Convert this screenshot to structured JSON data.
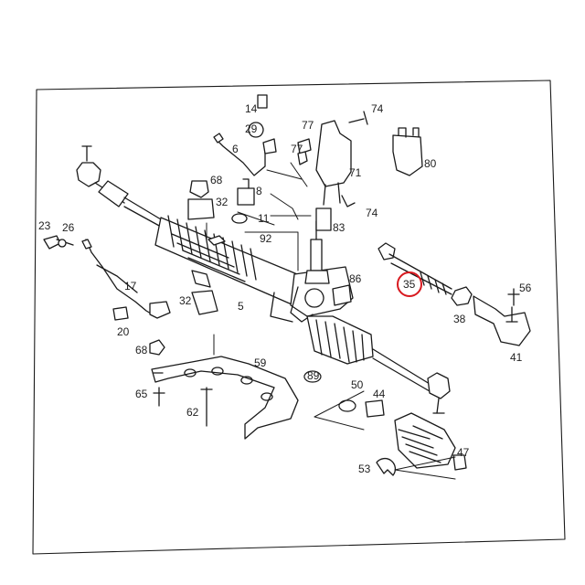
{
  "diagram": {
    "highlight_color": "#d8191f",
    "highlighted_part": "35",
    "labels": {
      "p14": "14",
      "p29": "29",
      "p6": "6",
      "p77a": "77",
      "p77b": "77",
      "p74a": "74",
      "p74b": "74",
      "p71": "71",
      "p80": "80",
      "p68a": "68",
      "p32a": "32",
      "p8": "8",
      "p11": "11",
      "p83": "83",
      "p23": "23",
      "p26": "26",
      "p92": "92",
      "p86": "86",
      "p35": "35",
      "p56": "56",
      "p17": "17",
      "p32b": "32",
      "p5": "5",
      "p38": "38",
      "p20": "20",
      "p68b": "68",
      "p59": "59",
      "p41": "41",
      "p89": "89",
      "p50": "50",
      "p44": "44",
      "p65": "65",
      "p62": "62",
      "p47": "47",
      "p53": "53"
    }
  }
}
